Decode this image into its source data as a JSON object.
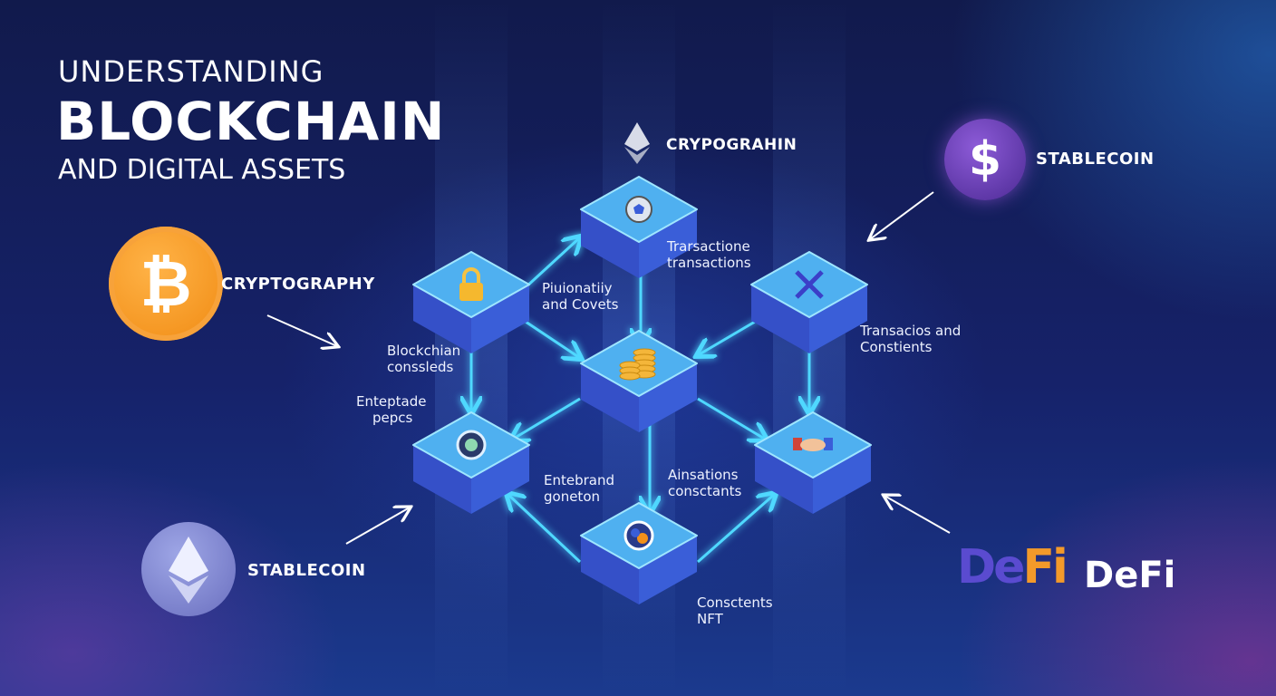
{
  "title": {
    "line1": "UNDERSTANDING",
    "line2": "BLOCKCHAIN",
    "line3": "AND DIGITAL ASSETS"
  },
  "callouts": {
    "bitcoin": {
      "label": "CRYPTOGRAPHY",
      "icon": "bitcoin-icon",
      "symbol": "₿",
      "color": "#f39019"
    },
    "ethereum": {
      "label": "STABLECOIN",
      "icon": "ethereum-icon",
      "color": "#7d83d0"
    },
    "dollar": {
      "label": "STABLECOIN",
      "icon": "dollar-icon",
      "symbol": "$",
      "color": "#6a3fc0"
    },
    "defi": {
      "label": "DeFi",
      "logo_text": "DeFi",
      "icon": "defi-logo"
    },
    "top": {
      "label": "CRYPOGRAHIN",
      "icon": "ethereum-icon"
    }
  },
  "labels": {
    "l1": [
      "Piuionatiiy",
      "and Covets"
    ],
    "l2": [
      "Trarsactione",
      "transactions"
    ],
    "l3": [
      "Blockchian",
      "conssleds"
    ],
    "l4": [
      "Enteptade",
      "pepcs"
    ],
    "l5": [
      "Transacios and",
      "Constients"
    ],
    "l6": [
      "Entebrand",
      "goneton"
    ],
    "l7": [
      "Ainsations",
      "consctants"
    ],
    "l8": [
      "Consctents",
      "NFT"
    ]
  },
  "nodes": [
    {
      "id": "top",
      "icon": "globe-icon"
    },
    {
      "id": "lock",
      "icon": "lock-icon"
    },
    {
      "id": "arrows",
      "icon": "arrows-icon"
    },
    {
      "id": "center",
      "icon": "coins-icon"
    },
    {
      "id": "left",
      "icon": "shield-icon"
    },
    {
      "id": "handshake",
      "icon": "handshake-icon"
    },
    {
      "id": "bottom",
      "icon": "token-icon"
    }
  ],
  "colors": {
    "cube_top": "#4fb0f0",
    "cube_side": "#3a5ed8",
    "link": "#4fd8ff"
  }
}
